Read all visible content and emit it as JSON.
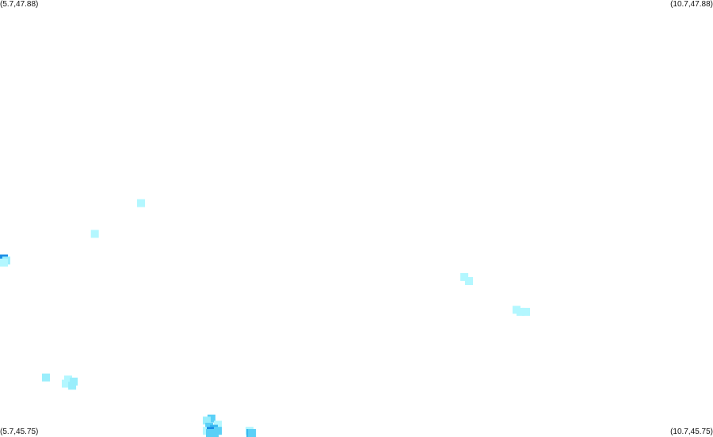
{
  "corners": {
    "top_left": "(5.7,47.88)",
    "top_right": "(10.7,47.88)",
    "bottom_left": "(5.7,45.75)",
    "bottom_right": "(10.7,45.75)"
  },
  "extent": {
    "lon_min": 5.7,
    "lon_max": 10.7,
    "lat_min": 45.75,
    "lat_max": 47.88
  },
  "colors": {
    "background": "#ffffff",
    "level_1": "#b3f7ff",
    "level_2": "#9aeefc",
    "level_3": "#5bd0f7",
    "level_4": "#38b8f0",
    "level_5": "#1a8ee6"
  },
  "cells": [
    {
      "lon": 6.689,
      "lat": 46.89,
      "level": 1
    },
    {
      "lon": 6.365,
      "lat": 46.74,
      "level": 1
    },
    {
      "lon": 5.7,
      "lat": 46.62,
      "level": 4
    },
    {
      "lon": 5.722,
      "lat": 46.62,
      "level": 5
    },
    {
      "lon": 5.744,
      "lat": 46.61,
      "level": 2
    },
    {
      "lon": 5.711,
      "lat": 46.6,
      "level": 1
    },
    {
      "lon": 8.956,
      "lat": 46.53,
      "level": 1
    },
    {
      "lon": 8.989,
      "lat": 46.51,
      "level": 1
    },
    {
      "lon": 9.322,
      "lat": 46.37,
      "level": 1
    },
    {
      "lon": 9.35,
      "lat": 46.36,
      "level": 1
    },
    {
      "lon": 9.389,
      "lat": 46.36,
      "level": 1
    },
    {
      "lon": 6.022,
      "lat": 46.04,
      "level": 2
    },
    {
      "lon": 6.178,
      "lat": 46.03,
      "level": 1
    },
    {
      "lon": 6.217,
      "lat": 46.02,
      "level": 2
    },
    {
      "lon": 6.161,
      "lat": 46.01,
      "level": 1
    },
    {
      "lon": 6.206,
      "lat": 46.0,
      "level": 2
    },
    {
      "lon": 7.183,
      "lat": 45.84,
      "level": 3
    },
    {
      "lon": 7.15,
      "lat": 45.83,
      "level": 2
    },
    {
      "lon": 7.228,
      "lat": 45.81,
      "level": 1
    },
    {
      "lon": 7.167,
      "lat": 45.8,
      "level": 3
    },
    {
      "lon": 7.2,
      "lat": 45.79,
      "level": 4
    },
    {
      "lon": 7.15,
      "lat": 45.78,
      "level": 1
    },
    {
      "lon": 7.178,
      "lat": 45.78,
      "level": 5
    },
    {
      "lon": 7.228,
      "lat": 45.78,
      "level": 3
    },
    {
      "lon": 7.45,
      "lat": 45.78,
      "level": 1
    },
    {
      "lon": 7.172,
      "lat": 45.76,
      "level": 3
    },
    {
      "lon": 7.206,
      "lat": 45.76,
      "level": 3
    },
    {
      "lon": 7.456,
      "lat": 45.76,
      "level": 4
    },
    {
      "lon": 7.467,
      "lat": 45.76,
      "level": 3
    }
  ]
}
